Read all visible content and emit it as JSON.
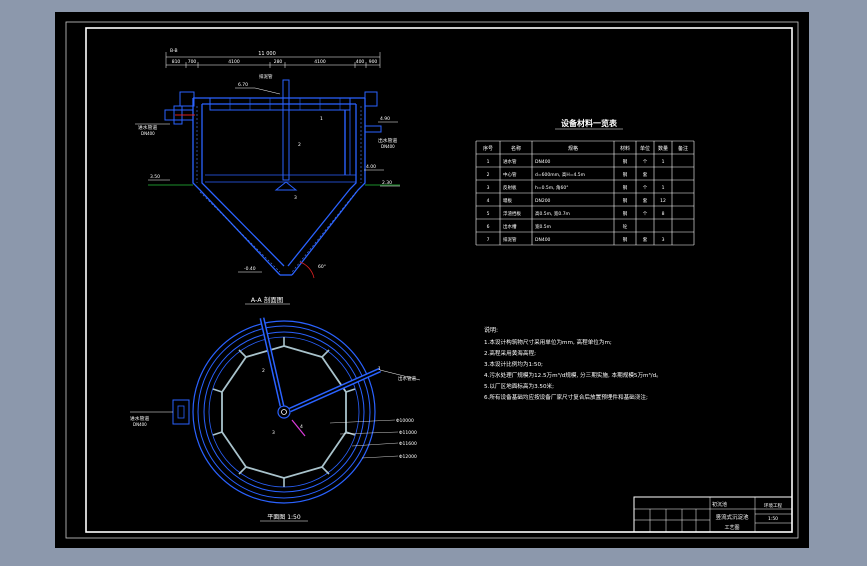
{
  "colors": {
    "viewport_bg": "#8c98ac",
    "paper": "#000000",
    "frame": "#ffffff",
    "structure": "#2a62ff",
    "hatch": "#4a7dff",
    "annotation": "#ffffff",
    "dimension": "#ffffff",
    "accent_red": "#d92020",
    "accent_magenta": "#d83ad8",
    "cyan_gray": "#a9c3cc",
    "green": "#24c13a"
  },
  "section_view": {
    "title": "A-A 剖面图",
    "overall_dim": "11 000",
    "top_dims": [
      "810",
      "700",
      "4100",
      "280",
      "4100",
      "400",
      "900"
    ],
    "inlet_label": "进水管道",
    "inlet_sub": "DN400",
    "outlet_label": "出水管道",
    "outlet_sub": "DN400",
    "levels": [
      "6.70",
      "4.90",
      "3.50",
      "4.00",
      "2.30",
      "-0.40"
    ],
    "top_note": "B-B",
    "callout_label": "排泥管",
    "balloons": [
      "1",
      "2",
      "3"
    ],
    "angle_label": "60°"
  },
  "plan_view": {
    "title": "平面图 1:50",
    "inlet_label": "进水管道",
    "inlet_sub": "DN400",
    "outlet_label": "出水管道",
    "radius_dims": [
      "Φ10000",
      "Φ11000",
      "Φ11600",
      "Φ12000"
    ],
    "balloons": [
      "1",
      "2",
      "3",
      "4"
    ]
  },
  "materials_table": {
    "title": "设备材料一览表",
    "headers": [
      "序号",
      "名称",
      "规格",
      "材料",
      "单位",
      "数量",
      "备注"
    ],
    "rows": [
      [
        "1",
        "进水管",
        "DN400",
        "钢",
        "个",
        "1",
        ""
      ],
      [
        "2",
        "中心管",
        "d=600mm, 高H=4.5m",
        "钢",
        "套",
        "",
        ""
      ],
      [
        "3",
        "反射板",
        "h=0.5m, 角60°",
        "钢",
        "个",
        "1",
        ""
      ],
      [
        "4",
        "堰板",
        "DN200",
        "钢",
        "套",
        "12",
        ""
      ],
      [
        "5",
        "浮渣挡板",
        "高0.5m, 宽0.7m",
        "钢",
        "个",
        "8",
        ""
      ],
      [
        "6",
        "出水槽",
        "宽0.5m",
        "砼",
        "",
        "",
        ""
      ],
      [
        "7",
        "排泥管",
        "DN400",
        "钢",
        "套",
        "3",
        ""
      ]
    ]
  },
  "notes": {
    "heading": "说明:",
    "lines": [
      "1.本设计构筑物尺寸采用单位为mm, 高程单位为m;",
      "2.高程采用黄海高程;",
      "3.本设计比例均为1:50;",
      "4.污水处理厂规模为12.5万m³/d规模, 分三期实施, 本期规模5万m³/d。",
      "5.以厂区地面标高为3.50米;",
      "6.所有设备基础均应按设备厂家尺寸复合后放置预埋件和基础浇注;"
    ]
  },
  "title_block": {
    "project": "初沉池",
    "drawing_name": "竖流式沉淀池",
    "drawing_sub": "工艺图",
    "scale": "1:50",
    "sheet": "环境工程"
  }
}
